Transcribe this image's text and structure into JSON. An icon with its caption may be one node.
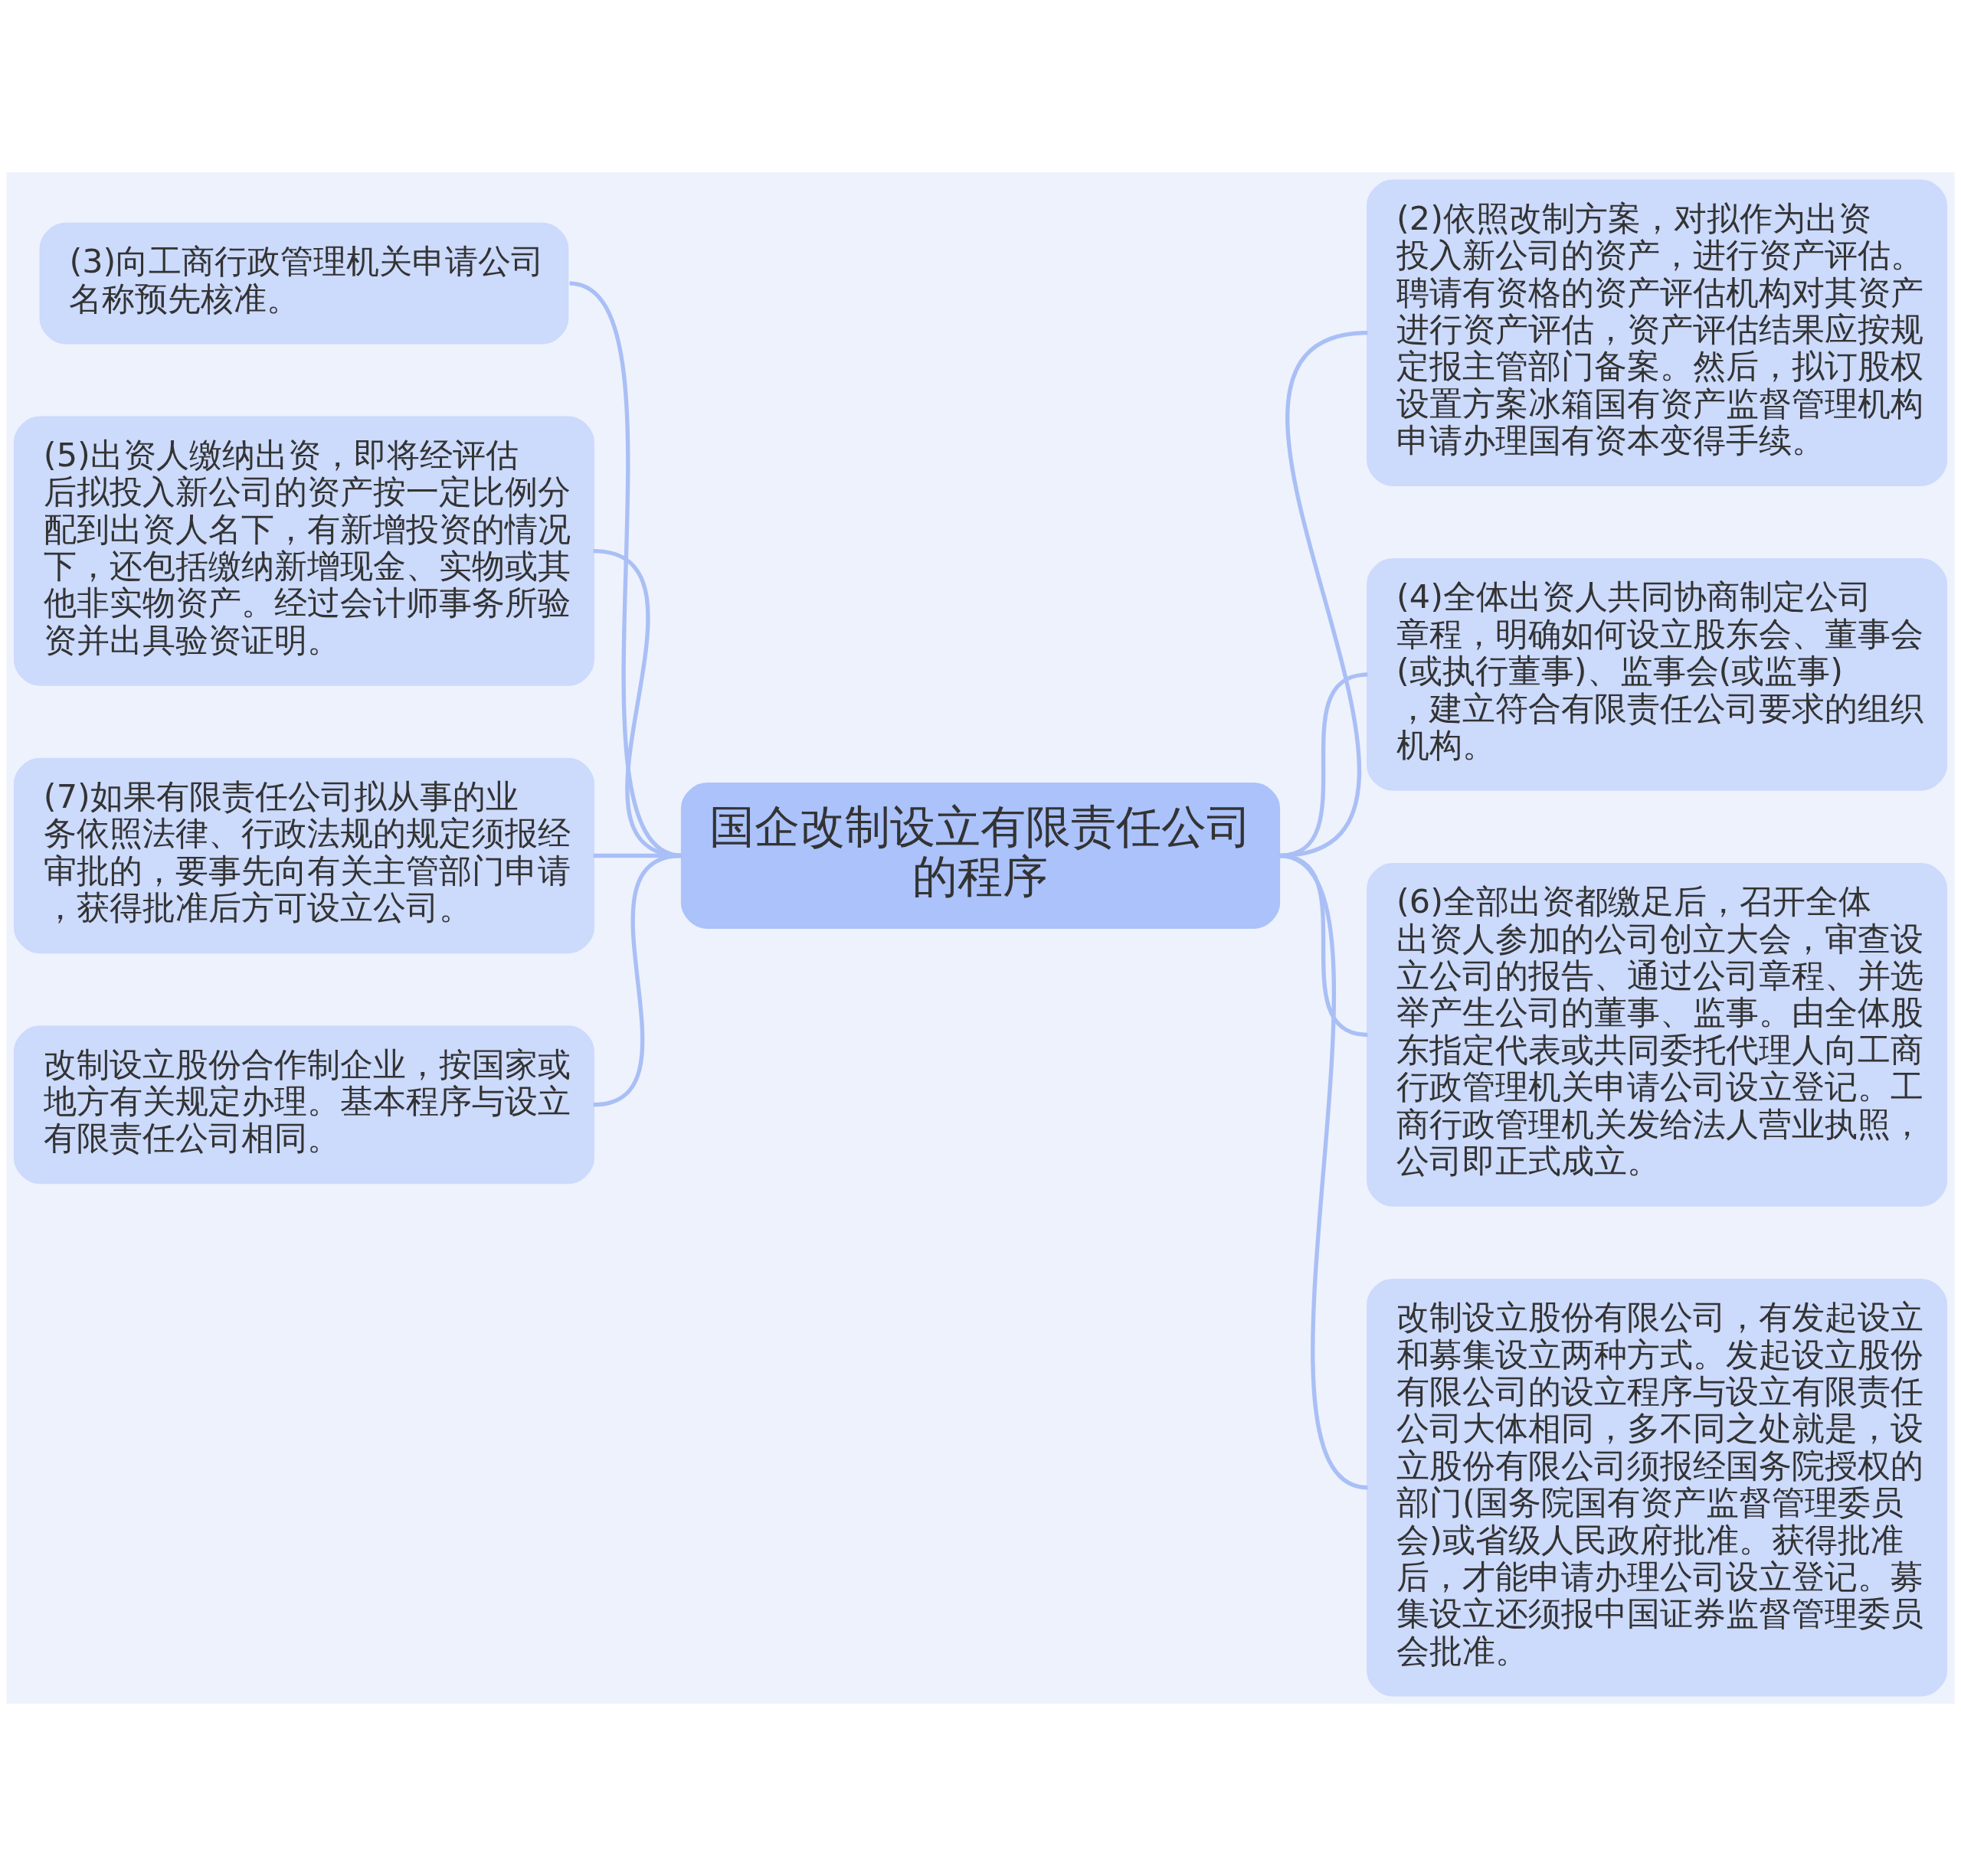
{
  "diagram": {
    "nodes": [
      {
        "text": [
          "国企改制设立有限责任公司的程序"
        ]
      },
      {
        "text": [
          "(2)依照改制方案，对拟作为出资投入新公司的资产，进行资产评估。聘请有资格的资产评估机构对其资产进行资产评估，资产评估结果应按规定报主管部门备案。然后，拟订股权设置方案冰箱国有资产监督管理机构申请办理国有资本变得手续。"
        ]
      },
      {
        "text": [
          "(3)向工商行政管理机关申请公司名称预先核准。"
        ]
      },
      {
        "text": [
          "(4)全体出资人共同协商制定公司章程，明确如何设立股东会、董事会(或执行董事)、监事会(或监事)，建立符合有限责任公司要求的组织机构。"
        ]
      },
      {
        "text": [
          "(5)出资人缴纳出资，即将经评估后拟投入新公司的资产按一定比例分配到出资人名下，有新增投资的情况下，还包括缴纳新增现金、实物或其他非实物资产。经过会计师事务所验资并出具验资证明。"
        ]
      },
      {
        "text": [
          "(6)全部出资都缴足后，召开全体出资人参加的公司创立大会，审查设立公司的报告、通过公司章程、并选举产生公司的董事、监事。由全体股东指定代表或共同委托代理人向工商行政管理机关申请公司设立登记。工商行政管理机关发给法人营业执照，公司即正式成立。"
        ]
      },
      {
        "text": [
          "(7)如果有限责任公司拟从事的业务依照法律、行政法规的规定须报经审批的，要事先向有关主管部门申请，获得批准后方可设立公司。"
        ]
      },
      {
        "text": [
          "改制设立股份合作制企业，按国家或地方有关规定办理。基本程序与设立有限责任公司相同。"
        ]
      },
      {
        "text": [
          "改制设立股份有限公司，有发起设立和募集设立两种方式。发起设立股份有限公司的设立程序与设立有限责任公司大体相同，多不同之处就是，设立股份有限公司须报经国务院授权的部门(国务院国有资产监督管理委员会)或省级人民政府批准。获得批准后，才能申请办理公司设立登记。募集设立还须报中国证券监督管理委员会批准。"
        ]
      }
    ],
    "edges": [
      {
        "from": 0,
        "to": 1,
        "arrow": "none"
      },
      {
        "from": 0,
        "to": 3,
        "arrow": "none"
      },
      {
        "from": 0,
        "to": 5,
        "arrow": "none"
      },
      {
        "from": 0,
        "to": 8,
        "arrow": "none"
      },
      {
        "from": 0,
        "to": 2,
        "arrow": "none"
      },
      {
        "from": 0,
        "to": 4,
        "arrow": "none"
      },
      {
        "from": 0,
        "to": 6,
        "arrow": "none"
      },
      {
        "from": 0,
        "to": 7,
        "arrow": "none"
      }
    ]
  }
}
